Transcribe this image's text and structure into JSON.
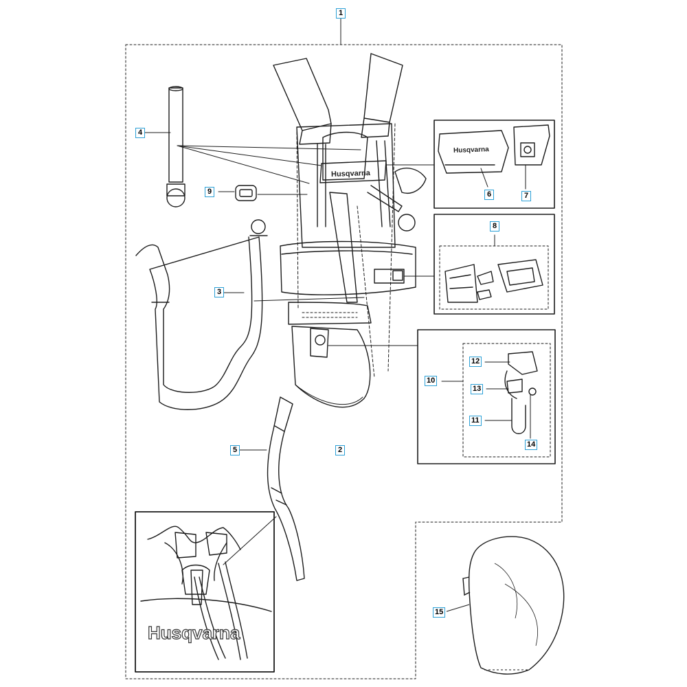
{
  "diagram": {
    "callouts": {
      "n1": "1",
      "n2": "2",
      "n3": "3",
      "n4": "4",
      "n5": "5",
      "n6": "6",
      "n7": "7",
      "n8": "8",
      "n9": "9",
      "n10": "10",
      "n11": "11",
      "n12": "12",
      "n13": "13",
      "n14": "14",
      "n15": "15"
    },
    "logo_text": "Husqvarna",
    "inset_logo_text": "Husqvarna"
  }
}
